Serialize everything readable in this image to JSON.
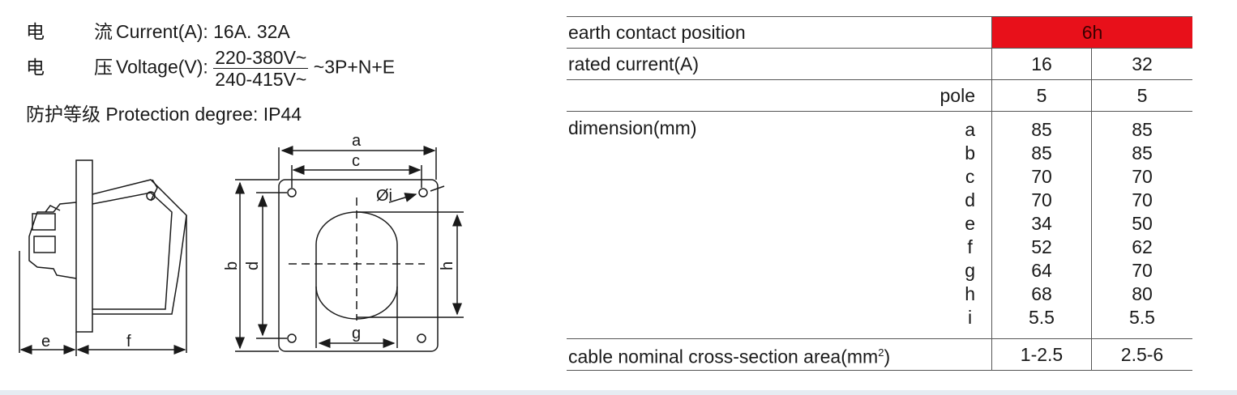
{
  "specs": {
    "current": {
      "cjk_a": "电",
      "cjk_b": "流",
      "label": "Current(A): 16A. 32A"
    },
    "voltage": {
      "cjk_a": "电",
      "cjk_b": "压",
      "label": "Voltage(V):",
      "num": "220-380V~",
      "den": "240-415V~",
      "suffix": "~3P+N+E"
    },
    "protection": {
      "cjk": "防护等级",
      "label": "Protection degree: IP44"
    }
  },
  "drawing_labels": {
    "a": "a",
    "b": "b",
    "c": "c",
    "d": "d",
    "e": "e",
    "f": "f",
    "g": "g",
    "h": "h",
    "i": "Øi"
  },
  "table": {
    "earth_label": "earth contact position",
    "earth_value": "6h",
    "rated_label": "rated current(A)",
    "rated_values": [
      "16",
      "32"
    ],
    "pole_label": "pole",
    "pole_values": [
      "5",
      "5"
    ],
    "dimension_label": "dimension(mm)",
    "dimension_letters": [
      "a",
      "b",
      "c",
      "d",
      "e",
      "f",
      "g",
      "h",
      "i"
    ],
    "dim_16": [
      "85",
      "85",
      "70",
      "70",
      "34",
      "52",
      "64",
      "68",
      "5.5"
    ],
    "dim_32": [
      "85",
      "85",
      "70",
      "70",
      "50",
      "62",
      "70",
      "80",
      "5.5"
    ],
    "cable_label": "cable nominal cross-section area(mm",
    "cable_sup": "2",
    "cable_close": ")",
    "cable_values": [
      "1-2.5",
      "2.5-6"
    ]
  },
  "colors": {
    "earth_highlight": "#e8101a",
    "band": "#e6ecf2"
  }
}
